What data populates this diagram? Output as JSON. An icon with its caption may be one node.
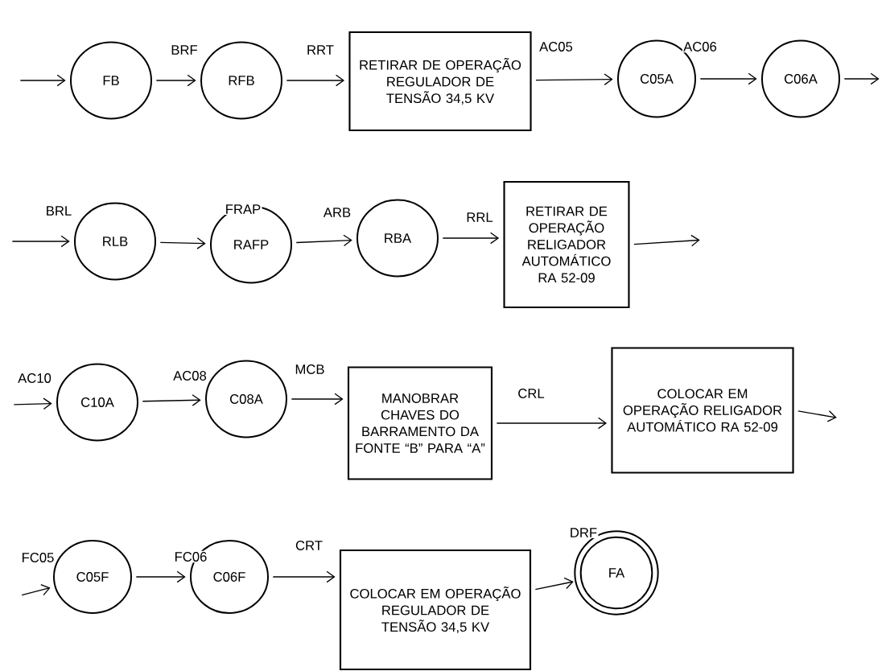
{
  "diagram": {
    "nodes": [
      {
        "text": [
          "FB"
        ]
      },
      {
        "text": [
          "RFB"
        ]
      },
      {
        "text": [
          "RETIRAR DE OPERAÇÃO REGULADOR DE TENSÃO 34,5 KV"
        ]
      },
      {
        "text": [
          "C05A"
        ]
      },
      {
        "text": [
          "C06A"
        ]
      },
      {
        "text": [
          "RLB"
        ]
      },
      {
        "text": [
          "RAFP"
        ]
      },
      {
        "text": [
          "RBA"
        ]
      },
      {
        "text": [
          "RETIRAR DE OPERAÇÃO RELIGADOR AUTOMÁTICO RA 52-09"
        ]
      },
      {
        "text": [
          "C10A"
        ]
      },
      {
        "text": [
          "C08A"
        ]
      },
      {
        "text": [
          "MANOBRAR CHAVES DO BARRAMENTO DA FONTE “B” PARA “A”"
        ]
      },
      {
        "text": [
          "COLOCAR EM OPERAÇÃO RELIGADOR AUTOMÁTICO RA 52-09"
        ]
      },
      {
        "text": [
          "C05F"
        ]
      },
      {
        "text": [
          "C06F"
        ]
      },
      {
        "text": [
          "COLOCAR EM OPERAÇÃO REGULADOR DE TENSÃO 34,5 KV"
        ]
      },
      {
        "text": [
          "FA"
        ]
      }
    ],
    "edges": [
      {
        "from": null,
        "to": 0,
        "arrow": "to"
      },
      {
        "from": 0,
        "to": 1,
        "arrow": "to",
        "label": "BRF"
      },
      {
        "from": 1,
        "to": 2,
        "arrow": "to",
        "label": "RRT"
      },
      {
        "from": 2,
        "to": 3,
        "arrow": "to",
        "label": "AC05"
      },
      {
        "from": 3,
        "to": 4,
        "arrow": "to",
        "label": "AC06"
      },
      {
        "from": 4,
        "to": null,
        "arrow": "to"
      },
      {
        "from": null,
        "to": 5,
        "arrow": "to",
        "label": "BRL"
      },
      {
        "from": 5,
        "to": 6,
        "arrow": "to",
        "label": "FRAP"
      },
      {
        "from": 6,
        "to": 7,
        "arrow": "to",
        "label": "ARB"
      },
      {
        "from": 7,
        "to": 8,
        "arrow": "to",
        "label": "RRL"
      },
      {
        "from": 8,
        "to": null,
        "arrow": "to"
      },
      {
        "from": null,
        "to": 9,
        "arrow": "to",
        "label": "AC10"
      },
      {
        "from": 9,
        "to": 10,
        "arrow": "to",
        "label": "AC08"
      },
      {
        "from": 10,
        "to": 11,
        "arrow": "to",
        "label": "MCB"
      },
      {
        "from": 11,
        "to": 12,
        "arrow": "to",
        "label": "CRL"
      },
      {
        "from": 12,
        "to": null,
        "arrow": "to"
      },
      {
        "from": null,
        "to": 13,
        "arrow": "to",
        "label": "FC05"
      },
      {
        "from": 13,
        "to": 14,
        "arrow": "to",
        "label": "FC06"
      },
      {
        "from": 14,
        "to": 15,
        "arrow": "to",
        "label": "CRT"
      },
      {
        "from": 15,
        "to": 16,
        "arrow": "to",
        "label": "DRF"
      }
    ]
  }
}
